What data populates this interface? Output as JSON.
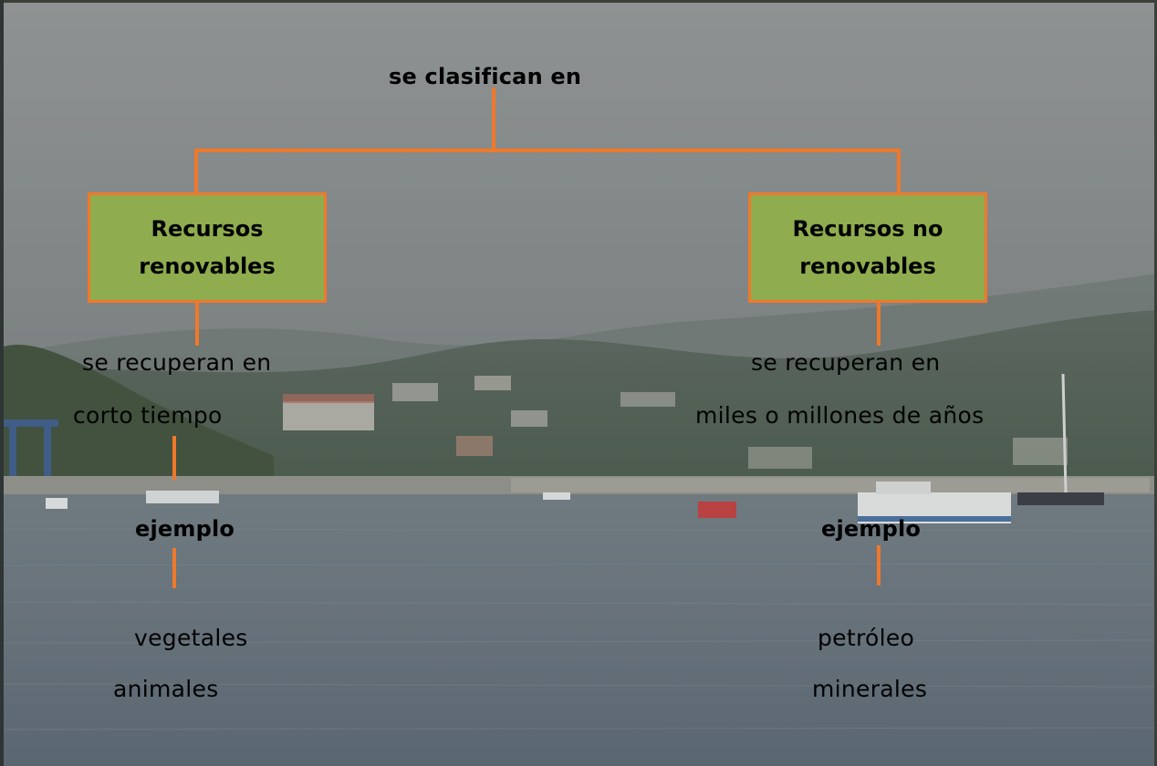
{
  "colors": {
    "connector": "#f0782a",
    "box_fill": "#8fad4e",
    "box_border": "#f0782a"
  },
  "root": {
    "label": "se clasifican en"
  },
  "branches": [
    {
      "box": "Recursos\nrenovables",
      "description": [
        "se recuperan en",
        "corto tiempo"
      ],
      "example_label": "ejemplo",
      "examples": [
        "vegetales",
        "animales"
      ]
    },
    {
      "box": "Recursos no\nrenovables",
      "description": [
        "se recuperan en",
        "miles o millones de años"
      ],
      "example_label": "ejemplo",
      "examples": [
        "petróleo",
        "minerales"
      ]
    }
  ]
}
